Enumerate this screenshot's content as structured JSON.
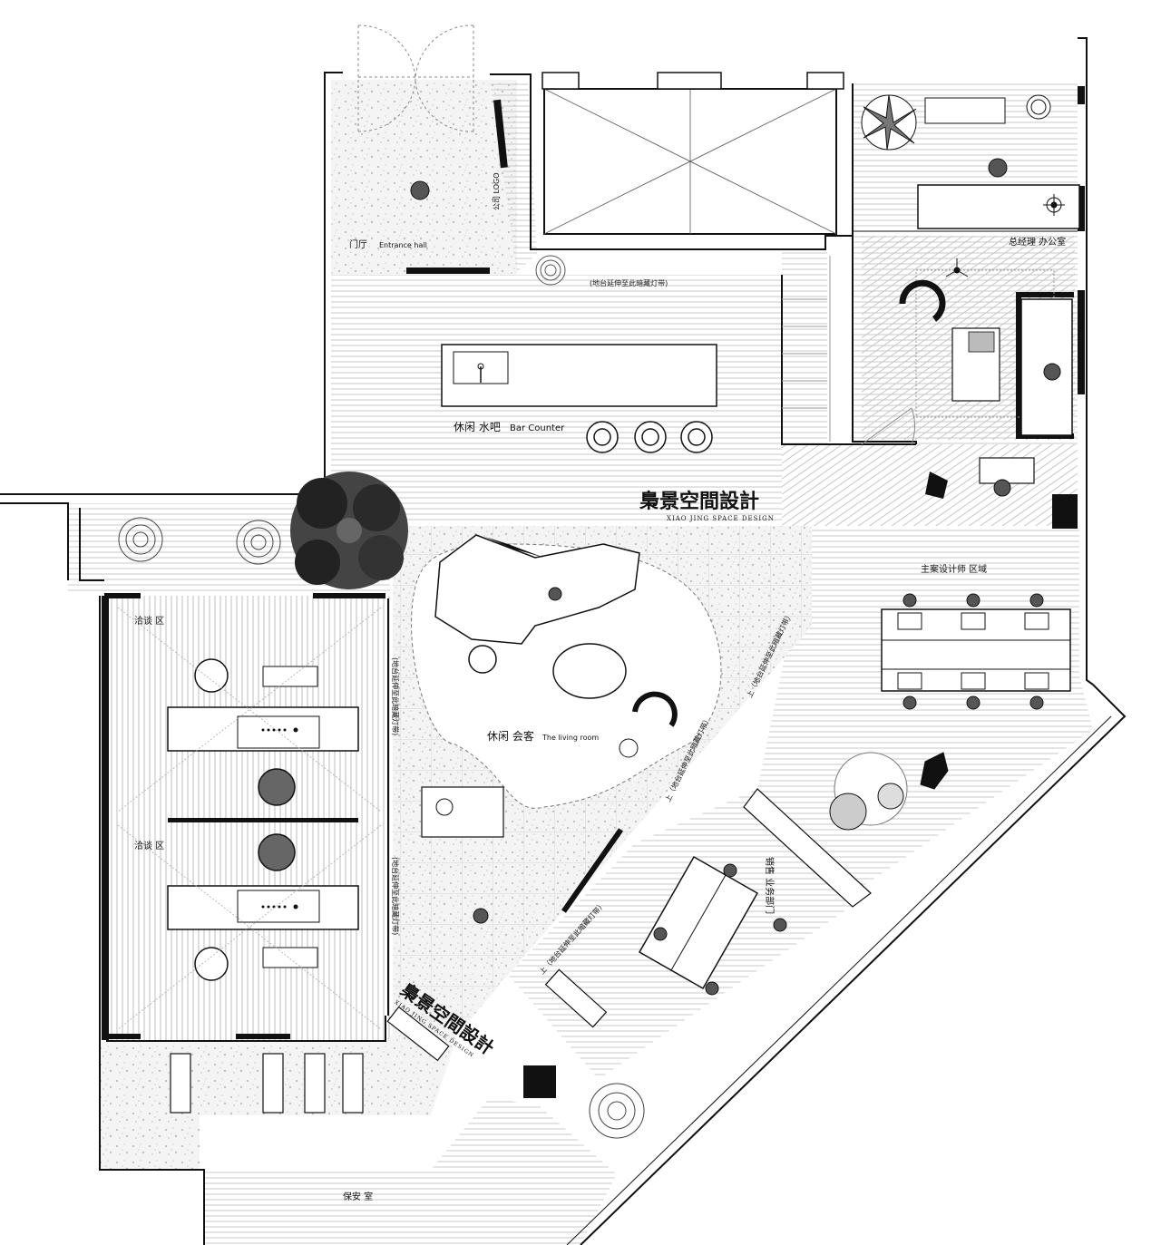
{
  "labels": {
    "entrance": "门厅",
    "entrance_en": "Entrance hall",
    "logo": "公司 LOGO",
    "gm_office": "总经理 办公室",
    "bar": "休闲 水吧",
    "bar_en": "Bar Counter",
    "counter_note": "(地台延伸至此暗藏灯带)",
    "designer_area": "主案设计师 区域",
    "negotiation_1": "洽谈 区",
    "negotiation_2": "洽谈 区",
    "living": "休闲 会客",
    "living_en": "The living room",
    "sales": "销售 业务部门",
    "security": "保安 室",
    "step_note": "(地台延伸至此暗藏灯带)",
    "step_up_note": "上（地台延伸至此暗藏灯带）"
  },
  "brand": {
    "name": "梟景空間設計",
    "sub": "XIAO JING SPACE DESIGN"
  },
  "icons": [
    "tree-icon",
    "plant-icon",
    "chair-icon",
    "person-icon",
    "sofa-icon",
    "desk-icon",
    "fan-icon"
  ]
}
